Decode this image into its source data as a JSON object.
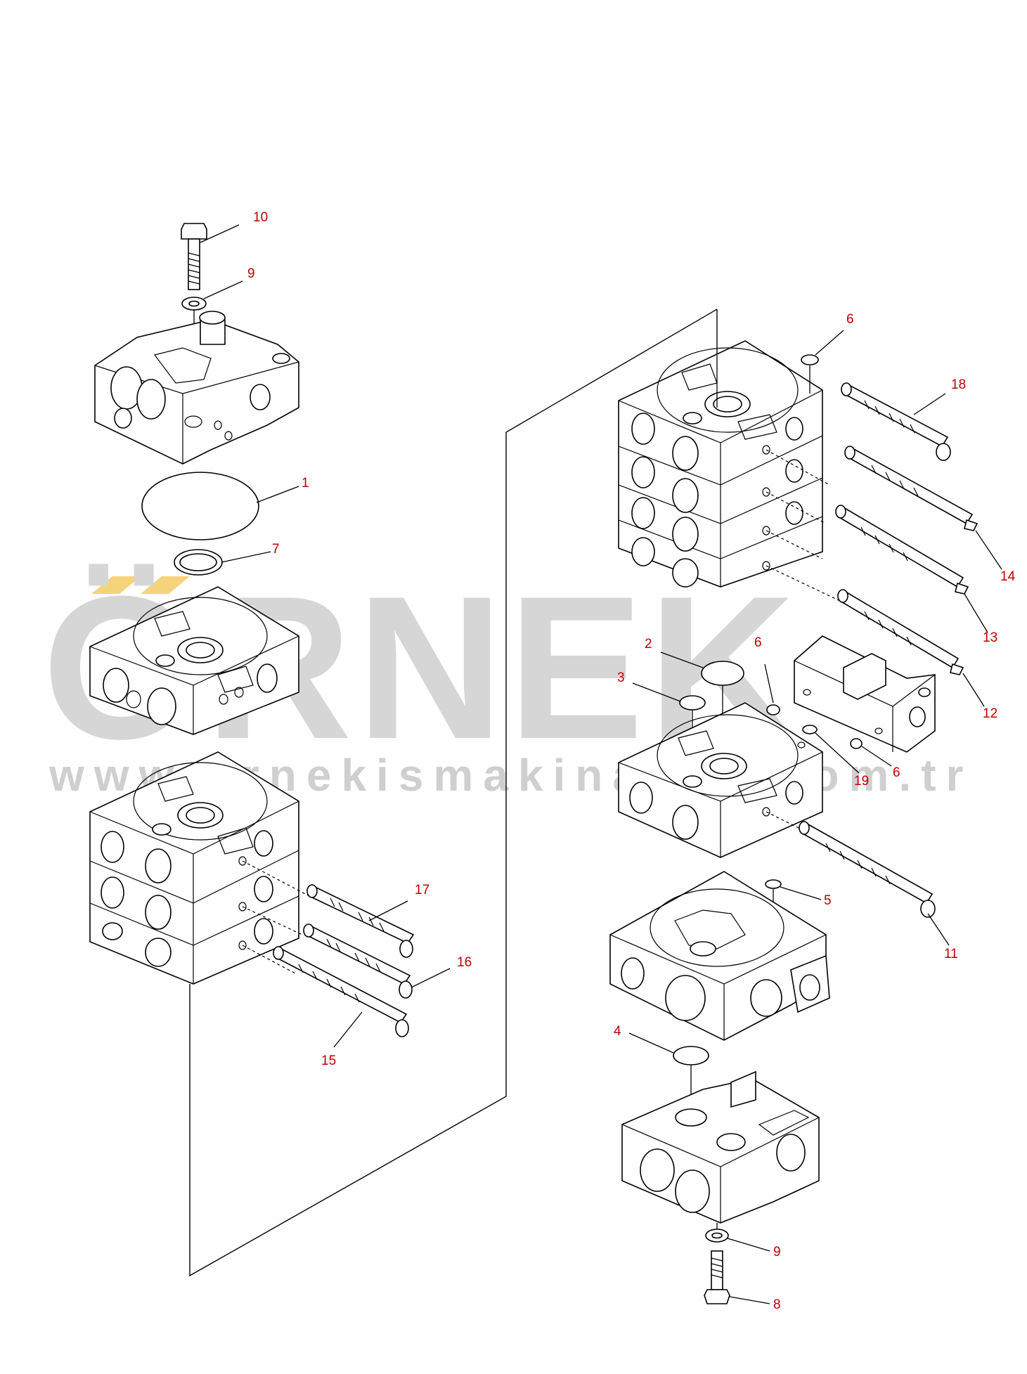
{
  "watermark": {
    "brand": "ÖRNEK",
    "url": "www.ornekismakinalari.com.tr",
    "accent_color": "#f5d37a",
    "text_color": "#d6d6d6"
  },
  "callouts": [
    {
      "id": "c10a",
      "label": "10"
    },
    {
      "id": "c9a",
      "label": "9"
    },
    {
      "id": "c1",
      "label": "1"
    },
    {
      "id": "c7",
      "label": "7"
    },
    {
      "id": "c17",
      "label": "17"
    },
    {
      "id": "c16",
      "label": "16"
    },
    {
      "id": "c15",
      "label": "15"
    },
    {
      "id": "c6a",
      "label": "6"
    },
    {
      "id": "c18",
      "label": "18"
    },
    {
      "id": "c14",
      "label": "14"
    },
    {
      "id": "c13",
      "label": "13"
    },
    {
      "id": "c12",
      "label": "12"
    },
    {
      "id": "c2",
      "label": "2"
    },
    {
      "id": "c6b",
      "label": "6"
    },
    {
      "id": "c3",
      "label": "3"
    },
    {
      "id": "c19",
      "label": "19"
    },
    {
      "id": "c6c",
      "label": "6"
    },
    {
      "id": "c5",
      "label": "5"
    },
    {
      "id": "c11",
      "label": "11"
    },
    {
      "id": "c4",
      "label": "4"
    },
    {
      "id": "c9b",
      "label": "9"
    },
    {
      "id": "c8",
      "label": "8"
    }
  ]
}
